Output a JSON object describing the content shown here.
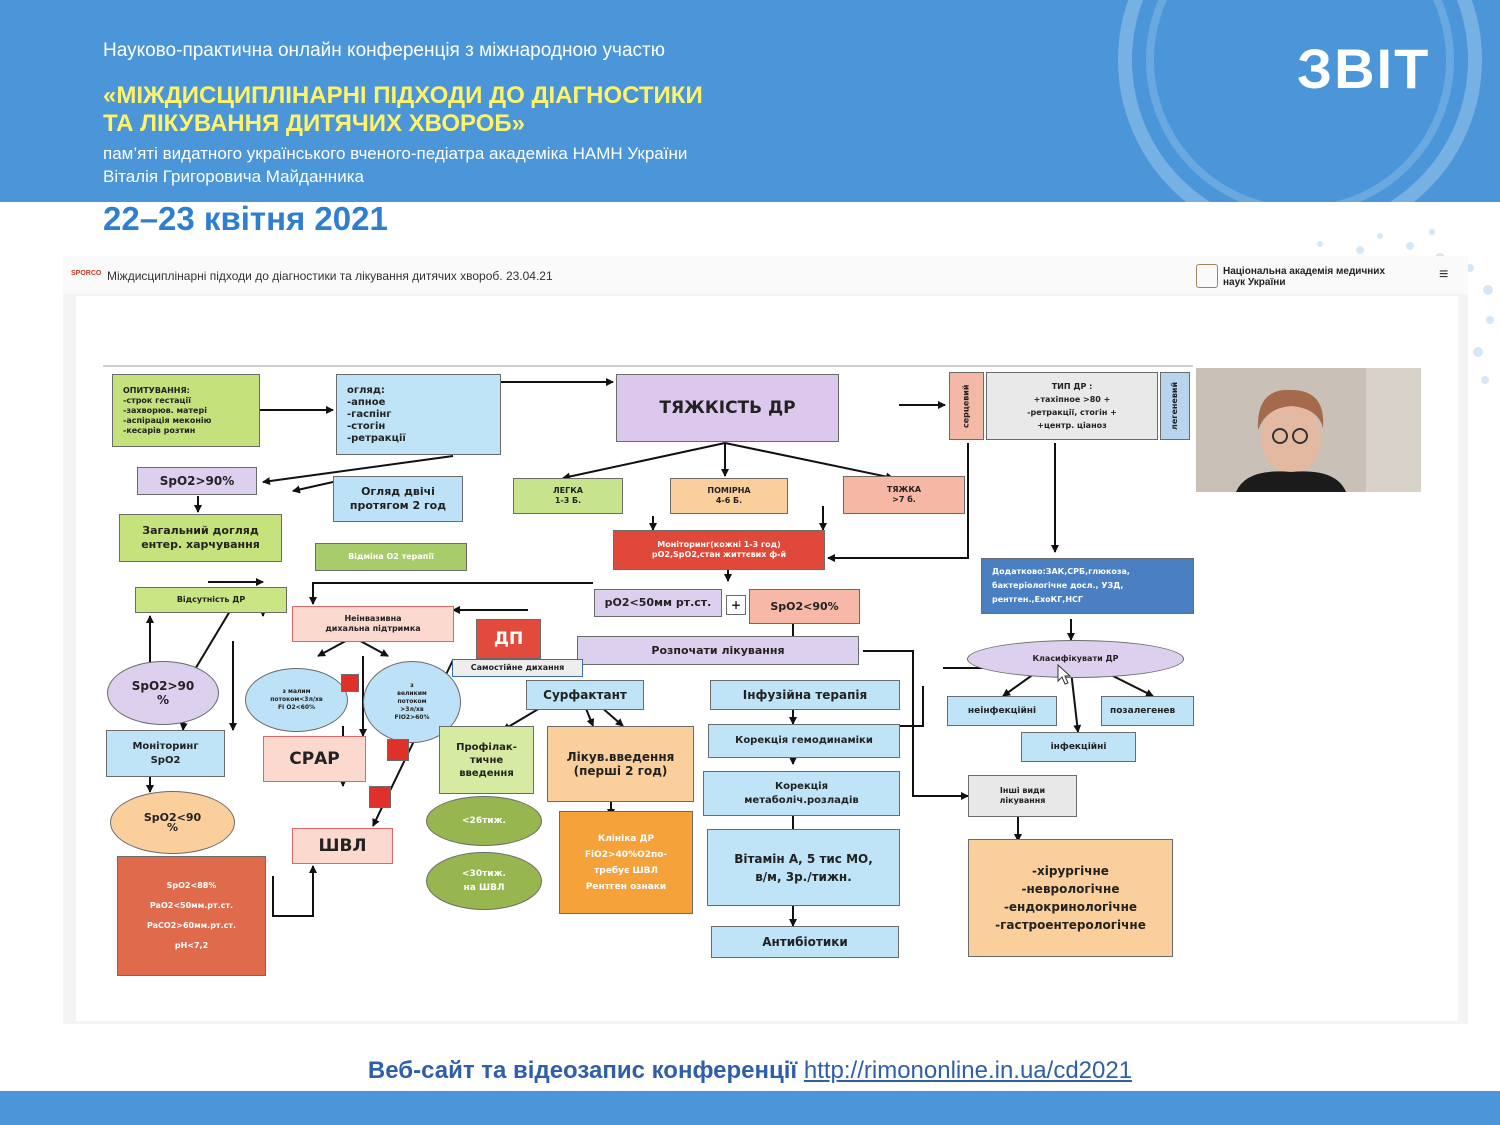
{
  "header": {
    "subtitle": "Науково-практична онлайн конференція з міжнародною участю",
    "title_line1": "«МІЖДИСЦИПЛІНАРНІ ПІДХОДИ ДО ДІАГНОСТИКИ",
    "title_line2": "ТА ЛІКУВАННЯ ДИТЯЧИХ ХВОРОБ»",
    "memorial_line1": "пам’яті видатного українського вченого-педіатра академіка НАМН України",
    "memorial_line2": "Віталія Григоровича Майданника",
    "date": "22–23 квітня 2021",
    "badge": "ЗВІТ"
  },
  "screen": {
    "logo": "SPORCO",
    "title": "Міждисциплінарні підходи до діагностики та лікування дитячих хвороб. 23.04.21",
    "org_line1": "Національна академія медичних",
    "org_line2": "наук України"
  },
  "flowchart": {
    "survey": "ОПИТУВАННЯ:\n-строк гестації\n-захворюв. матері\n-аспірація меконію\n-кесарів розтин",
    "exam": "огляд:\n-апное\n-гаспінг\n-стогін\n-ретракції",
    "severity": "ТЯЖКІСТЬ ДР",
    "cardiac": "серцевий",
    "dr_type": "ТИП ДР :\n+тахіпное >80 +\n-ретракції, стогін +\n+центр. ціаноз",
    "pulmonary": "легеневий",
    "spo2_90": "SpO2>90%",
    "exam_twice": "Огляд двічі\nпротягом 2 год",
    "mild": "ЛЕГКА\n1-3 Б.",
    "moderate": "ПОМІРНА\n4-6 Б.",
    "severe": "ТЯЖКА\n>7 б.",
    "general_care": "Загальний догляд\nентер. харчування",
    "cancel_o2": "Відміна О2 терапії",
    "monitoring": "Моніторинг(кожні 1-3 год)\nрО2,SpO2,стан життєвих ф-й",
    "additional": "Додатково:ЗАК,СРБ,глюкоза,\nбактеріологічне досл., УЗД,\nрентген.,ЕхоКГ,НСГ",
    "no_dr": "Відсутність ДР",
    "po2": "рО2<50мм рт.ст.",
    "plus": "+",
    "spo2_lt90": "SpO2<90%",
    "noninvasive": "Неінвазивна\nдихальна підтримка",
    "dp": "ДП",
    "start_treatment": "Розпочати лікування",
    "classify": "Класифікувати ДР",
    "spo2_90_ell": "SpO2>90\n%",
    "low_flow": "з малим\nпотоком<3л/хв\nFI O2<60%",
    "high_flow": "з\nвеликим\nпотоком\n>3л/хв\nFIO2>60%",
    "spontaneous": "Самостійне дихання",
    "surfactant": "Сурфактант",
    "infusion": "Інфузійна терапія",
    "noninfectious": "неінфекційні",
    "extrapulmonary": "позалегенев",
    "monitoring_spo2": "Моніторинг\nSpO2",
    "cpap": "СРАР",
    "prophylactic": "Профілак-\nтичне\nвведення",
    "therapeutic": "Лікув.введення\n(перші 2 год)",
    "hemodynamics": "Корекція гемодинаміки",
    "infectious": "інфекційні",
    "metabolic": "Корекція\nметаболіч.розладів",
    "other_treatment": "Інші види\nлікування",
    "spo2_lt90_ell": "SpO2<90\n%",
    "w26": "<26тиж.",
    "ventilation": "ШВЛ",
    "criteria": "SpO2<88%\n\nPaO2<50мм.рт.ст.\n\nPaCO2>60мм.рт.ст.\n\npH<7,2",
    "clinic": "Клініка ДР\nFiO2>40%О2по-\nтребує ШВЛ\nРентген ознаки",
    "vitamin": "Вітамін А, 5 тис МО,\nв/м, 3р./тижн.",
    "specialties": "-хірургічне\n-неврологічне\n-ендокринологічне\n-гастроентерологічне",
    "w30": "<30тиж.\nна ШВЛ",
    "antibiotics": "Антибіотики"
  },
  "footer": {
    "text": "Веб-сайт та відеозапис конференції",
    "link": "http://rimononline.in.ua/cd2021"
  },
  "colors": {
    "banner": "#4a96d9",
    "title_yellow": "#fff36a",
    "date_blue": "#2f7fd1"
  }
}
